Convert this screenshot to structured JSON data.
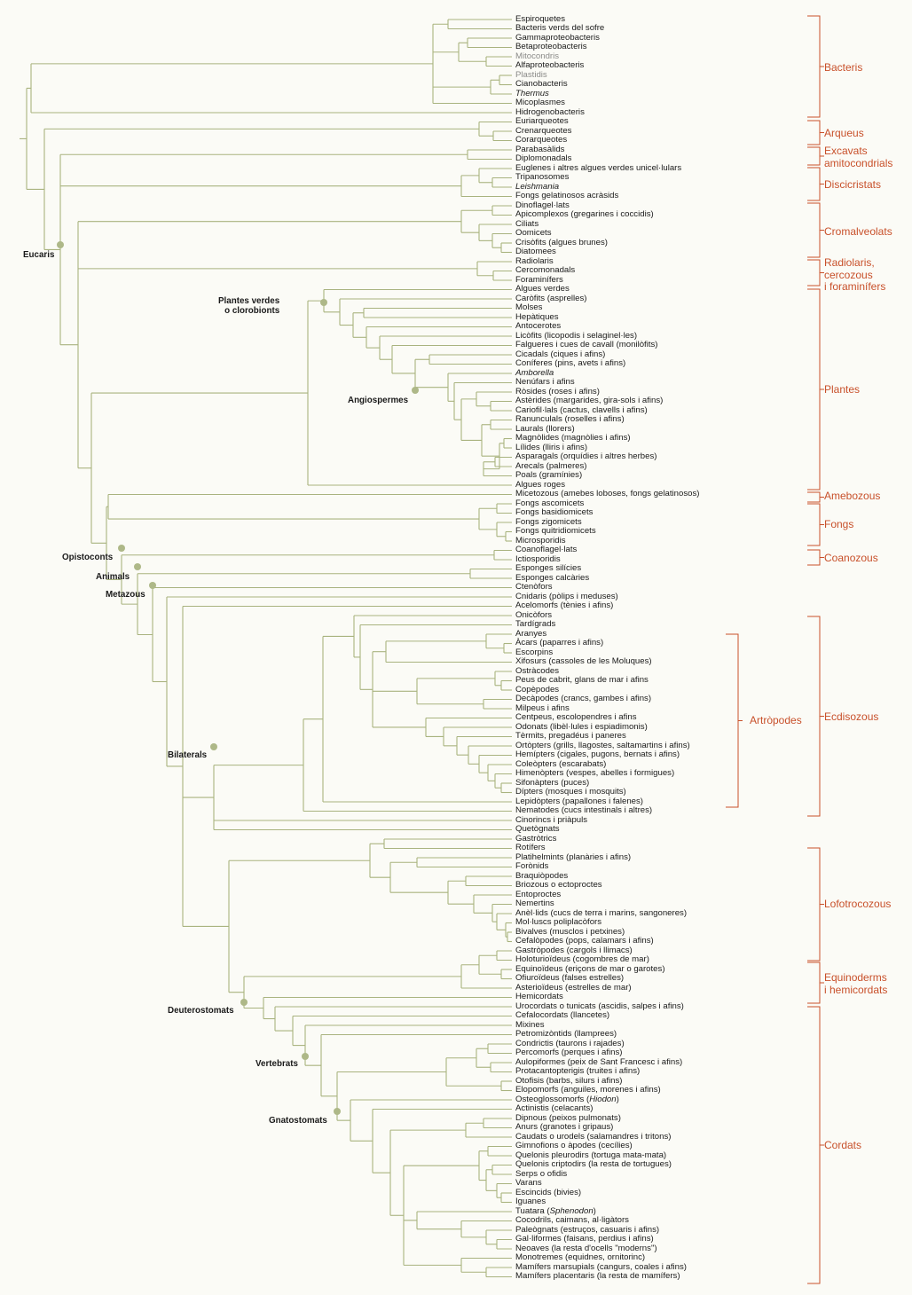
{
  "colors": {
    "branch": "#a9b37f",
    "node": "#aeb888",
    "group": "#c8502a",
    "text": "#1a1a1a",
    "grey_text": "#8a8a88"
  },
  "leaves": [
    "Espiroquetes",
    "Bacteris verds del sofre",
    "Gammaproteobacteris",
    "Betaproteobacteris",
    "Mitocondris",
    "Alfaproteobacteris",
    "Plastidis",
    "Cianobacteris",
    "Thermus",
    "Micoplasmes",
    "Hidrogenobacteris",
    "Euriarqueotes",
    "Crenarqueotes",
    "Corarqueotes",
    "Parabasàlids",
    "Diplomonadals",
    "Euglenes i altres algues verdes unicel·lulars",
    "Tripanosomes",
    "Leishmania",
    "Fongs gelatinosos acràsids",
    "Dinoflagel·lats",
    "Apicomplexos (gregarines i coccidis)",
    "Ciliats",
    "Oomicets",
    "Crisòfits (algues brunes)",
    "Diatomees",
    "Radiolaris",
    "Cercomonadals",
    "Foraminífers",
    "Algues verdes",
    "Caròfits (asprelles)",
    "Molses",
    "Hepàtiques",
    "Antocerotes",
    "Licòfits (licopodis i selaginel·les)",
    "Falgueres i cues de cavall (monilòfits)",
    "Cicadals (ciques i afins)",
    "Coníferes (pins, avets i afins)",
    "Amborella",
    "Nenúfars i afins",
    "Ròsides (roses i afins)",
    "Astèrides (margarides, gira-sols i afins)",
    "Cariofil·lals (cactus, clavells i afins)",
    "Ranunculals (roselles i afins)",
    "Laurals (llorers)",
    "Magnòlides (magnòlies i afins)",
    "Lílides (lliris i afins)",
    "Asparagals (orquídies i altres herbes)",
    "Arecals (palmeres)",
    "Poals (gramínies)",
    "Algues roges",
    "Micetozous (amebes loboses, fongs gelatinosos)",
    "Fongs ascomicets",
    "Fongs basidiomicets",
    "Fongs zigomicets",
    "Fongs quitridiomicets",
    "Microsporidis",
    "Coanoflagel·lats",
    "Ictiosporidis",
    "Esponges silícies",
    "Esponges calcàries",
    "Ctenòfors",
    "Cnidaris (pòlips i meduses)",
    "Acelomorfs (tènies i afins)",
    "Onicòfors",
    "Tardígrads",
    "Aranyes",
    "Àcars (paparres i afins)",
    "Escorpins",
    "Xifosurs (cassoles de les Moluques)",
    "Ostràcodes",
    "Peus de cabrit, glans de mar i afins",
    "Copèpodes",
    "Decàpodes (crancs, gambes i afins)",
    "Milpeus i afins",
    "Centpeus, escolopendres i afins",
    "Odonats (libèl·lules i espiadimonis)",
    "Tèrmits, pregadéus i paneres",
    "Ortòpters (grills, llagostes, saltamartins i afins)",
    "Hemípters (cigales, pugons, bernats i afins)",
    "Coleòpters (escarabats)",
    "Himenòpters (vespes, abelles i formigues)",
    "Sifonàpters (puces)",
    "Dípters (mosques i mosquits)",
    "Lepidòpters (papallones i falenes)",
    "Nematodes (cucs intestinals i altres)",
    "Cinorincs i priàpuls",
    "Quetògnats",
    "Gastròtrics",
    "Rotífers",
    "Platihelmints (planàries i afins)",
    "Forònids",
    "Braquiòpodes",
    "Briozous o ectoproctes",
    "Entoproctes",
    "Nemertins",
    "Anèl·lids (cucs de terra i marins, sangoneres)",
    "Mol·luscs poliplacòfors",
    "Bivalves (musclos i petxines)",
    "Cefalòpodes (pops, calamars i afins)",
    "Gastròpodes (cargols i llimacs)",
    "Holoturioïdeus (cogombres de mar)",
    "Equinoïdeus (eriçons de mar o garotes)",
    "Ofiuroïdeus (falses estrelles)",
    "Asterioïdeus (estrelles de mar)",
    "Hemicordats",
    "Urocordats o tunicats (ascidis, salpes i afins)",
    "Cefalocordats (llancetes)",
    "Mixines",
    "Petromizòntids (llamprees)",
    "Condrictis (taurons i rajades)",
    "Percomorfs (perques i afins)",
    "Aulopiformes (peix de Sant Francesc i afins)",
    "Protacantopterigis (truites i afins)",
    "Otofisis (barbs, silurs i afins)",
    "Elopomorfs (anguiles, morenes i afins)",
    "Osteoglossomorfs (Hiodon)",
    "Actinistis (celacants)",
    "Dipnous (peixos pulmonats)",
    "Anurs (granotes i gripaus)",
    "Caudats o urodels (salamandres i tritons)",
    "Gimnofions o àpodes (cecílies)",
    "Quelonis pleurodirs (tortuga mata-mata)",
    "Quelonis criptodirs (la resta de tortugues)",
    "Serps o ofidis",
    "Varans",
    "Escincids (bivies)",
    "Iguanes",
    "Tuatara (Sphenodon)",
    "Cocodrils, caimans, al·ligàtors",
    "Paleògnats (estruços, casuaris i afins)",
    "Gal·liformes (faisans, perdius i afins)",
    "Neoaves (la resta d'ocells \"moderns\")",
    "Monotremes (equidnes, ornitorinc)",
    "Mamífers marsupials (cangurs, coales i afins)",
    "Mamífers placentaris (la resta de mamífers)"
  ],
  "node_labels": [
    "Eucaris",
    "Plantes verdes\no clorobionts",
    "Angiospermes",
    "Opistoconts",
    "Animals",
    "Metazous",
    "Bilaterals",
    "Deuterostomats",
    "Vertebrats",
    "Gnatostomats"
  ],
  "groups": [
    "Bacteris",
    "Arqueus",
    "Excavats\namitocondrials",
    "Discicristats",
    "Cromalveolats",
    "Radiolaris,\ncercozous\ni foraminífers",
    "Plantes",
    "Amebozous",
    "Fongs",
    "Coanozous",
    "Ecdisozous",
    "Artròpodes",
    "Lofotrocozous",
    "Equinoderms\ni hemicordats",
    "Cordats"
  ]
}
